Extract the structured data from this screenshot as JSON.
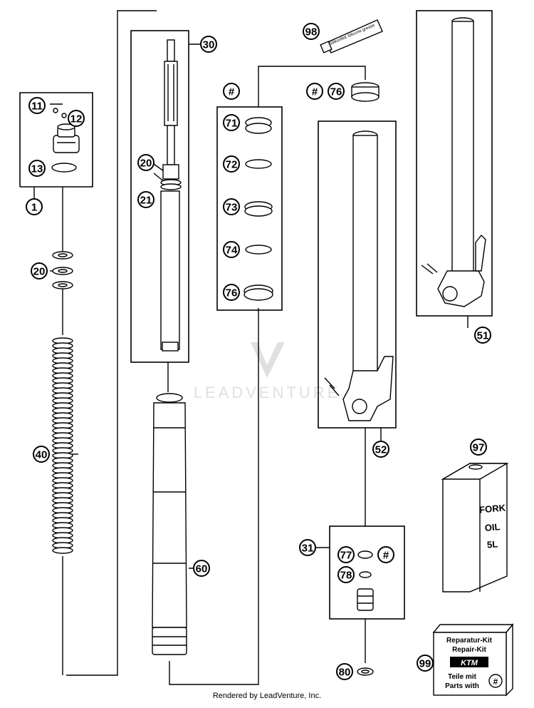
{
  "callouts": [
    "1",
    "11",
    "12",
    "13",
    "20",
    "21",
    "30",
    "31",
    "40",
    "51",
    "52",
    "60",
    "71",
    "72",
    "73",
    "74",
    "76",
    "77",
    "78",
    "80",
    "97",
    "98",
    "99",
    "#"
  ],
  "labels": {
    "oil_can": [
      "FORK",
      "OIL",
      "5L"
    ],
    "repair_kit": [
      "Reparatur-Kit",
      "Repair-Kit",
      "KTM",
      "Teile mit",
      "Parts with"
    ],
    "tube": "Silikonfett Silicone grease",
    "watermark": "LEADVENTURE"
  },
  "footer": "Rendered by LeadVenture, Inc."
}
